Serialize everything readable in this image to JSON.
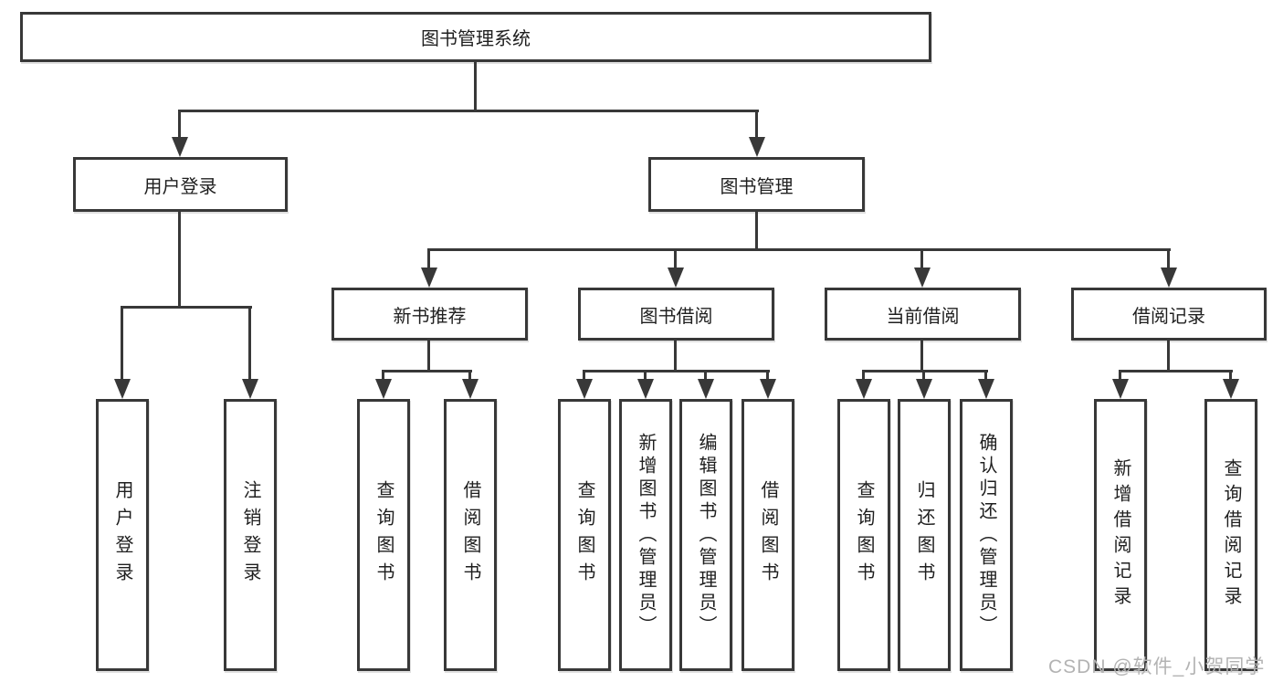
{
  "nodes": {
    "root": "图书管理系统",
    "userLogin": "用户登录",
    "bookMgmt": "图书管理",
    "newBook": "新书推荐",
    "bookBorrow": "图书借阅",
    "currentBorrow": "当前借阅",
    "borrowRecord": "借阅记录",
    "leafUserLogin": "用户登录",
    "leafLogout": "注销登录",
    "leafQueryBook1": "查询图书",
    "leafBorrowBook1": "借阅图书",
    "leafQueryBook2": "查询图书",
    "leafAddBook": "新增图书（管理员）",
    "leafEditBook": "编辑图书（管理员）",
    "leafBorrowBook2": "借阅图书",
    "leafQueryBook3": "查询图书",
    "leafReturnBook": "归还图书",
    "leafConfirmReturn": "确认归还（管理员）",
    "leafAddRecord": "新增借阅记录",
    "leafQueryRecord": "查询借阅记录"
  },
  "watermark": "CSDN @软件_小贺同学",
  "colors": {
    "line": "#383838",
    "text": "#1f1f1f",
    "watermark": "#b3b3b3",
    "background": "#ffffff"
  }
}
